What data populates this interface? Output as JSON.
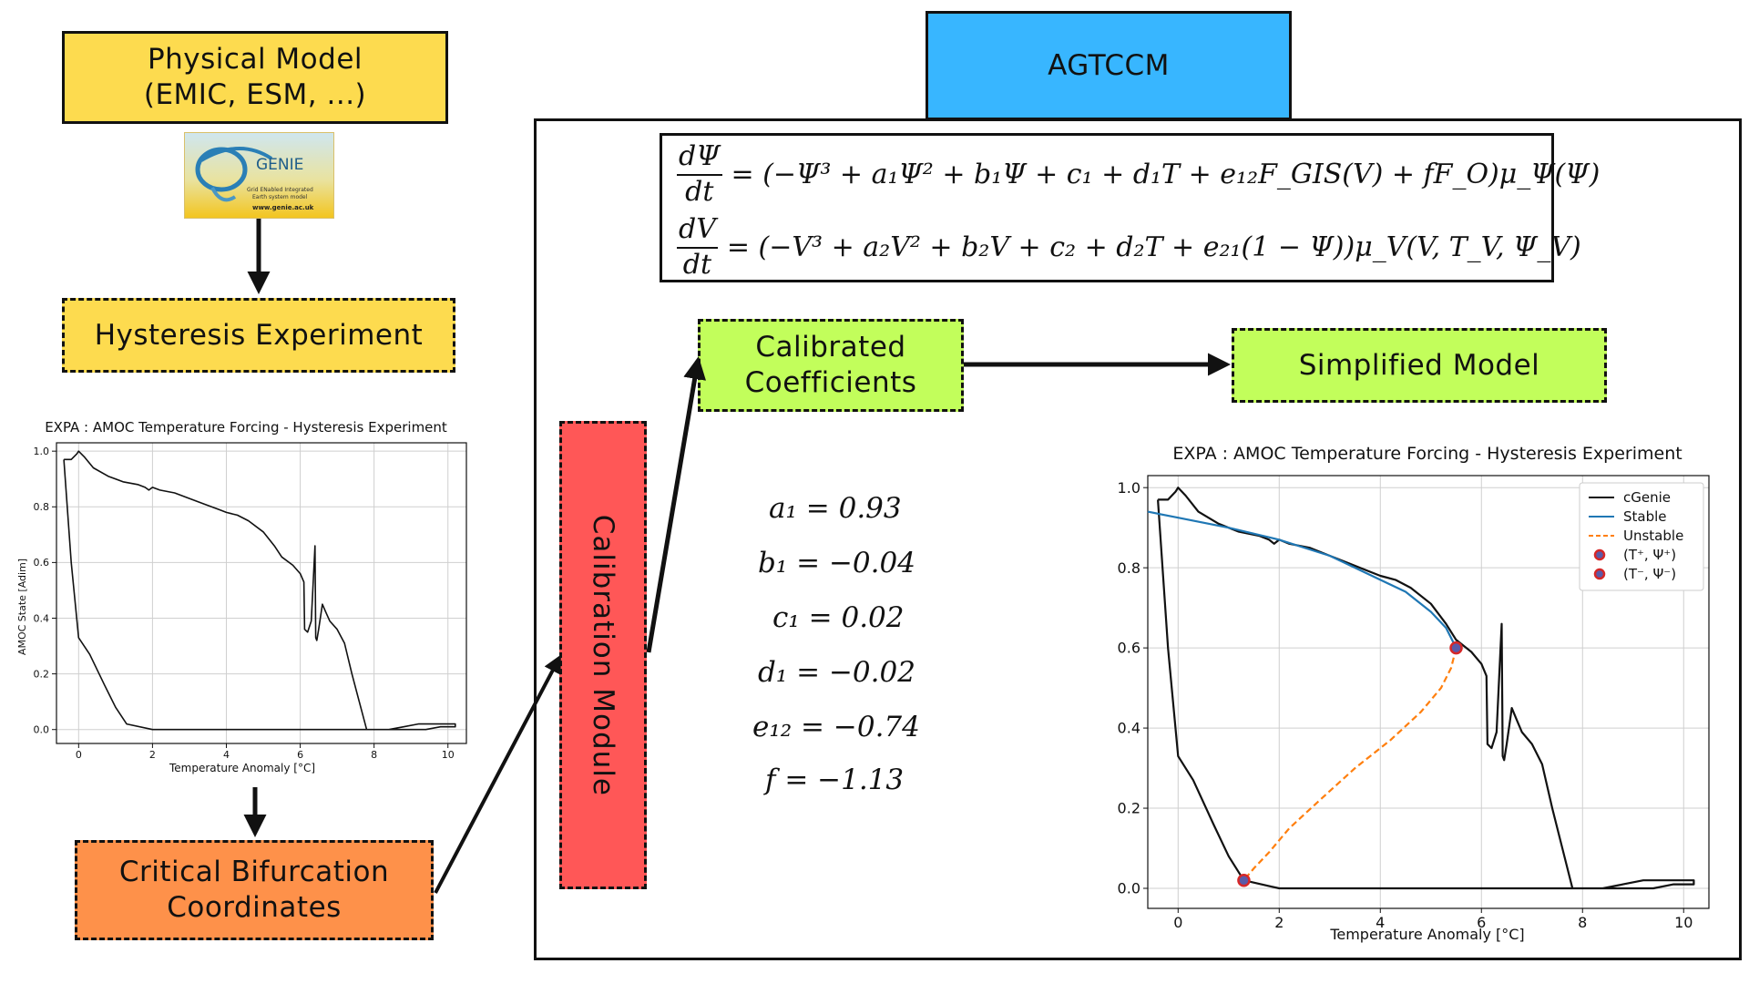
{
  "boxes": {
    "physical_model": "Physical Model\n(EMIC, ESM, ...)",
    "hysteresis": "Hysteresis Experiment",
    "critical": "Critical Bifurcation\nCoordinates",
    "agtccm": "AGTCCM",
    "calib_module": "Calibration Module",
    "calibrated": "Calibrated\nCoefficients",
    "simplified": "Simplified Model"
  },
  "genie_logo": {
    "name": "GENIE",
    "line1": "Grid ENabled Integrated",
    "line2": "Earth system model",
    "url": "www.genie.ac.uk"
  },
  "equations": {
    "eq1_num": "dΨ",
    "eq1_den": "dt",
    "eq1_rhs": "= (−Ψ³ + a₁Ψ² + b₁Ψ + c₁ + d₁T + e₁₂F_GIS(V) + fF_O)μ_Ψ(Ψ)",
    "eq2_num": "dV",
    "eq2_den": "dt",
    "eq2_rhs": "= (−V³ + a₂V² + b₂V + c₂ + d₂T + e₂₁(1 − Ψ))μ_V(V, T_V, Ψ_V)"
  },
  "coefficients": [
    "a₁ = 0.93",
    "b₁ = −0.04",
    "c₁ = 0.02",
    "d₁ = −0.02",
    "e₁₂ = −0.74",
    "f = −1.13"
  ],
  "colors": {
    "yellow": "#fddb4f",
    "orange": "#fe914a",
    "green": "#c2fe5b",
    "red": "#ff5757",
    "blue": "#38b6ff",
    "stable": "#1f77b4",
    "unstable": "#ff7f0e",
    "marker": "#d62728"
  },
  "chart_data": [
    {
      "type": "line",
      "title": "EXPA : AMOC Temperature Forcing - Hysteresis Experiment",
      "xlabel": "Temperature Anomaly [°C]",
      "ylabel": "AMOC State [Adim]",
      "xlim": [
        -0.6,
        10.5
      ],
      "ylim": [
        -0.05,
        1.03
      ],
      "xticks": [
        "0",
        "2",
        "4",
        "6",
        "8",
        "10"
      ],
      "yticks": [
        "0.0",
        "0.2",
        "0.4",
        "0.6",
        "0.8",
        "1.0"
      ],
      "grid": true,
      "series": [
        {
          "x": [
            -0.4,
            -0.2,
            -0.05,
            0.0,
            0.15,
            0.4,
            0.8,
            1.2,
            1.6,
            1.8,
            1.9,
            2.0,
            2.2,
            2.6,
            3.0,
            3.4,
            3.8,
            4.0,
            4.3,
            4.6,
            5.0,
            5.3,
            5.5,
            5.8,
            6.0,
            6.1,
            6.12,
            6.2,
            6.3,
            6.4,
            6.42,
            6.45,
            6.5,
            6.6,
            6.7,
            6.8,
            7.0,
            7.2,
            7.4,
            7.6,
            7.8,
            8.0,
            8.4,
            8.8,
            9.2,
            9.6,
            10.0,
            10.2,
            10.2,
            9.8,
            9.4,
            9.0,
            8.6,
            8.0,
            7.0,
            6.0,
            5.0,
            4.0,
            3.0,
            2.0,
            1.3,
            1.0,
            0.7,
            0.3,
            0.0,
            -0.2,
            -0.4
          ],
          "y": [
            0.97,
            0.97,
            0.99,
            1.0,
            0.98,
            0.94,
            0.91,
            0.89,
            0.88,
            0.87,
            0.86,
            0.87,
            0.86,
            0.85,
            0.83,
            0.81,
            0.79,
            0.78,
            0.77,
            0.75,
            0.71,
            0.66,
            0.62,
            0.59,
            0.56,
            0.53,
            0.36,
            0.35,
            0.39,
            0.66,
            0.33,
            0.32,
            0.36,
            0.45,
            0.42,
            0.39,
            0.36,
            0.31,
            0.2,
            0.1,
            0.0,
            0.0,
            0.0,
            0.01,
            0.02,
            0.02,
            0.02,
            0.02,
            0.01,
            0.01,
            0.0,
            0.0,
            0.0,
            0.0,
            0.0,
            0.0,
            0.0,
            0.0,
            0.0,
            0.0,
            0.02,
            0.08,
            0.16,
            0.27,
            0.33,
            0.6,
            0.97
          ]
        }
      ]
    },
    {
      "type": "line",
      "title": "EXPA : AMOC Temperature Forcing - Hysteresis Experiment",
      "xlabel": "Temperature Anomaly [°C]",
      "ylabel": "",
      "xlim": [
        -0.6,
        10.5
      ],
      "ylim": [
        -0.05,
        1.03
      ],
      "xticks": [
        "0",
        "2",
        "4",
        "6",
        "8",
        "10"
      ],
      "yticks": [
        "0.0",
        "0.2",
        "0.4",
        "0.6",
        "0.8",
        "1.0"
      ],
      "grid": true,
      "legend_position": "top-right",
      "series": [
        {
          "name": "cGenie",
          "x": [
            -0.4,
            -0.2,
            -0.05,
            0.0,
            0.15,
            0.4,
            0.8,
            1.2,
            1.6,
            1.8,
            1.9,
            2.0,
            2.2,
            2.6,
            3.0,
            3.4,
            3.8,
            4.0,
            4.3,
            4.6,
            5.0,
            5.3,
            5.5,
            5.8,
            6.0,
            6.1,
            6.12,
            6.2,
            6.3,
            6.4,
            6.42,
            6.45,
            6.5,
            6.6,
            6.7,
            6.8,
            7.0,
            7.2,
            7.4,
            7.6,
            7.8,
            8.0,
            8.4,
            8.8,
            9.2,
            9.6,
            10.0,
            10.2,
            10.2,
            9.8,
            9.4,
            9.0,
            8.6,
            8.0,
            7.0,
            6.0,
            5.0,
            4.0,
            3.0,
            2.0,
            1.3,
            1.0,
            0.7,
            0.3,
            0.0,
            -0.2,
            -0.4
          ],
          "y": [
            0.97,
            0.97,
            0.99,
            1.0,
            0.98,
            0.94,
            0.91,
            0.89,
            0.88,
            0.87,
            0.86,
            0.87,
            0.86,
            0.85,
            0.83,
            0.81,
            0.79,
            0.78,
            0.77,
            0.75,
            0.71,
            0.66,
            0.62,
            0.59,
            0.56,
            0.53,
            0.36,
            0.35,
            0.39,
            0.66,
            0.33,
            0.32,
            0.36,
            0.45,
            0.42,
            0.39,
            0.36,
            0.31,
            0.2,
            0.1,
            0.0,
            0.0,
            0.0,
            0.01,
            0.02,
            0.02,
            0.02,
            0.02,
            0.01,
            0.01,
            0.0,
            0.0,
            0.0,
            0.0,
            0.0,
            0.0,
            0.0,
            0.0,
            0.0,
            0.0,
            0.02,
            0.08,
            0.16,
            0.27,
            0.33,
            0.6,
            0.97
          ]
        },
        {
          "name": "Stable",
          "x": [
            -0.6,
            0.0,
            1.0,
            2.0,
            3.0,
            4.0,
            4.5,
            5.0,
            5.3,
            5.5
          ],
          "y": [
            0.94,
            0.925,
            0.9,
            0.87,
            0.83,
            0.77,
            0.74,
            0.69,
            0.65,
            0.6
          ]
        },
        {
          "name": "Unstable",
          "x": [
            5.5,
            5.4,
            5.2,
            4.8,
            4.2,
            3.5,
            2.8,
            2.2,
            1.8,
            1.5,
            1.3
          ],
          "y": [
            0.6,
            0.55,
            0.5,
            0.44,
            0.37,
            0.3,
            0.22,
            0.15,
            0.09,
            0.05,
            0.02
          ]
        },
        {
          "name": "(T⁺, Ψ⁺)",
          "x": [
            5.5
          ],
          "y": [
            0.6
          ]
        },
        {
          "name": "(T⁻, Ψ⁻)",
          "x": [
            1.3
          ],
          "y": [
            0.02
          ]
        }
      ]
    }
  ]
}
